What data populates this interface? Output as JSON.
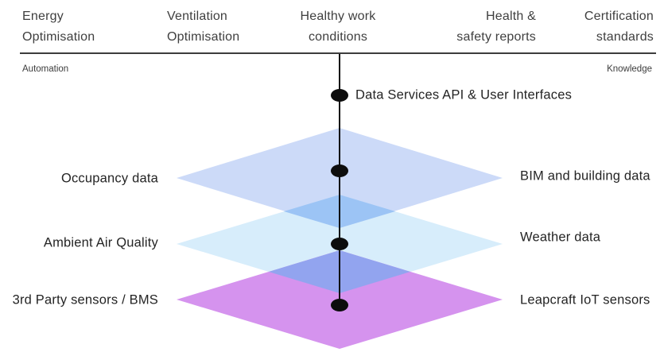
{
  "axis": {
    "top_labels": [
      "Energy Optimisation",
      "Ventilation Optimisation",
      "Healthy work conditions",
      "Health & safety reports",
      "Certification standards"
    ],
    "left_pole": "Automation",
    "right_pole": "Knowledge"
  },
  "spine": {
    "api_label": "Data Services API & User Interfaces"
  },
  "layers": [
    {
      "left_label": "Occupancy data",
      "right_label": "BIM and building data",
      "fill": "#ccdaf8"
    },
    {
      "left_label": "Ambient Air Quality",
      "right_label": "Weather data",
      "fill": "#d7edfb"
    },
    {
      "left_label": "3rd Party sensors / BMS",
      "right_label": "Leapcraft IoT sensors",
      "fill": "#d593ee"
    }
  ],
  "overlaps": [
    {
      "fill": "#9cc4f5"
    },
    {
      "fill": "#92a4ef"
    }
  ],
  "colors": {
    "rule": "#3d3d3d",
    "spine_line": "#101010",
    "node_dot": "#0d0d0d"
  }
}
